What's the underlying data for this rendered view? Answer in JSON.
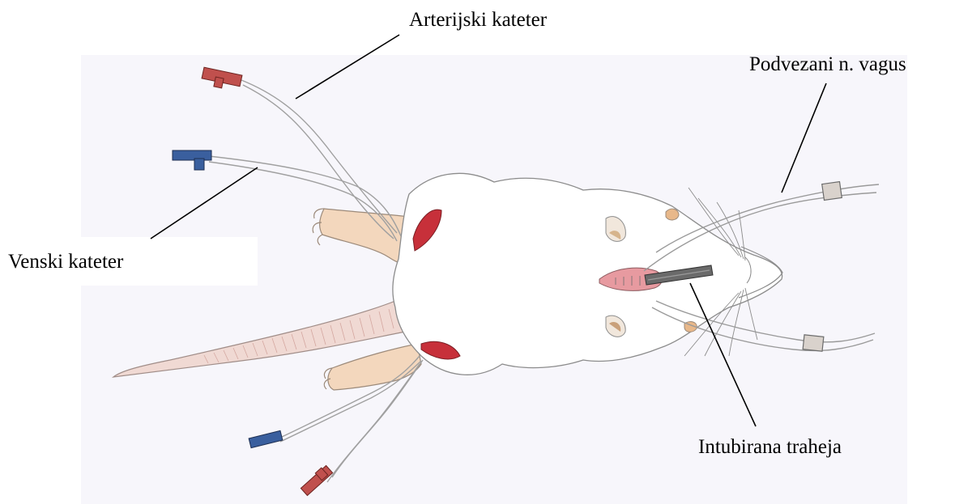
{
  "labels": {
    "arterial_catheter": "Arterijski kateter",
    "ligated_vagus": "Podvezani n. vagus",
    "venous_catheter": "Venski kateter",
    "intubated_trachea": "Intubirana traheja"
  },
  "colors": {
    "paper": "#f7f6fb",
    "outline": "#8c8c8c",
    "pencil_line": "#9a9a9a",
    "arterial_connector": "#c0504d",
    "venous_connector": "#3a5f9e",
    "skin_pink": "#e9b9a8",
    "limb_orange": "#e8b88a",
    "wound_red": "#c7303a",
    "mouth_pink": "#e79aa0",
    "tube_dark": "#5a5a5a",
    "label_text": "#000000"
  }
}
